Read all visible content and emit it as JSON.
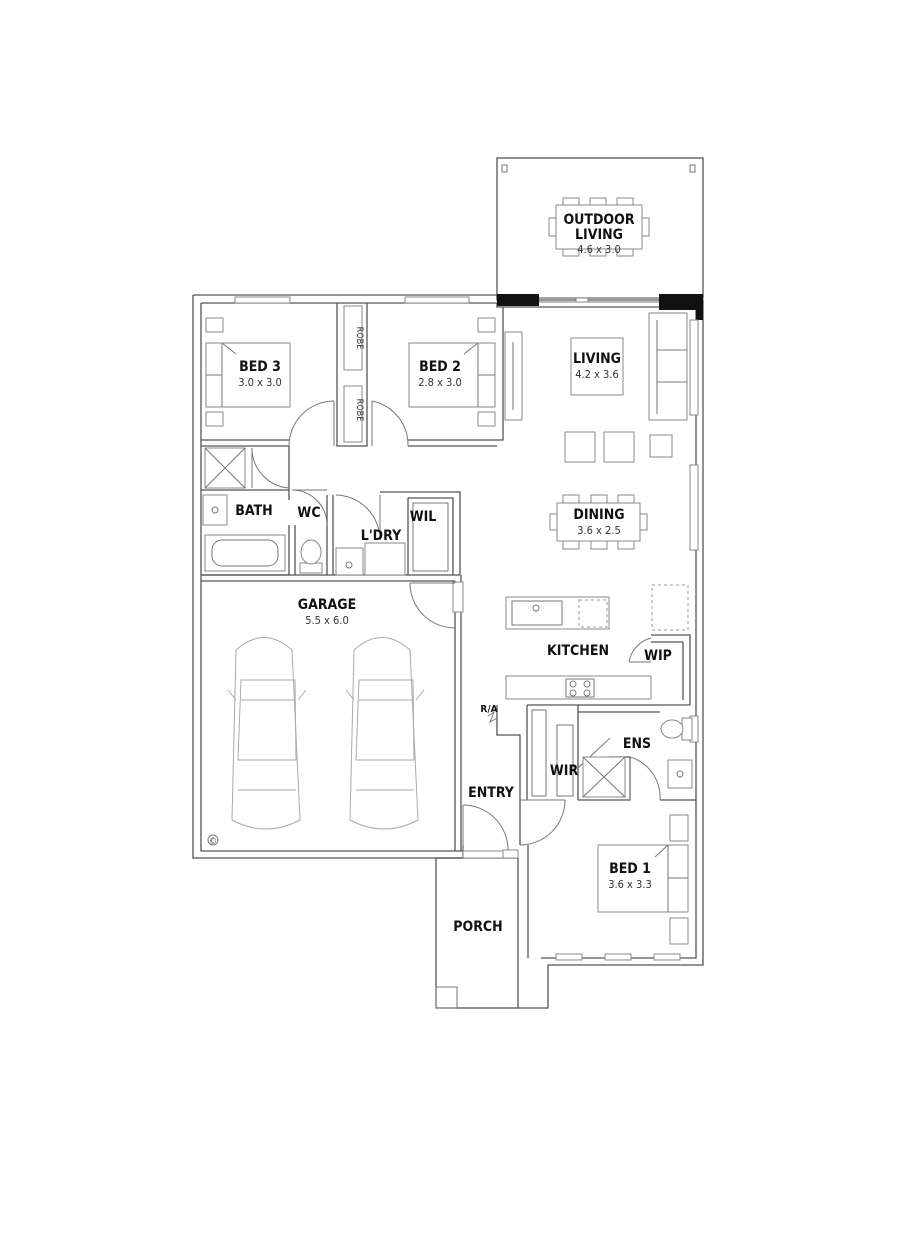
{
  "rooms": {
    "outdoor_living": {
      "line1": "OUTDOOR",
      "line2": "LIVING",
      "dim": "4.6 x 3.0"
    },
    "bed3": {
      "name": "BED 3",
      "dim": "3.0 x 3.0"
    },
    "bed2": {
      "name": "BED 2",
      "dim": "2.8 x 3.0"
    },
    "living": {
      "name": "LIVING",
      "dim": "4.2 x 3.6"
    },
    "dining": {
      "name": "DINING",
      "dim": "3.6 x 2.5"
    },
    "bath": {
      "name": "BATH"
    },
    "wc": {
      "name": "WC"
    },
    "ldry": {
      "name": "L'DRY"
    },
    "wil": {
      "name": "WIL"
    },
    "garage": {
      "name": "GARAGE",
      "dim": "5.5 x 6.0"
    },
    "kitchen": {
      "name": "KITCHEN"
    },
    "wip": {
      "name": "WIP"
    },
    "ens": {
      "name": "ENS"
    },
    "wir": {
      "name": "WIR"
    },
    "entry": {
      "name": "ENTRY"
    },
    "bed1": {
      "name": "BED 1",
      "dim": "3.6 x 3.3"
    },
    "porch": {
      "name": "PORCH"
    }
  },
  "labels": {
    "robe1": "ROBE",
    "robe2": "ROBE",
    "ra": "R/A",
    "copyright": "©"
  }
}
